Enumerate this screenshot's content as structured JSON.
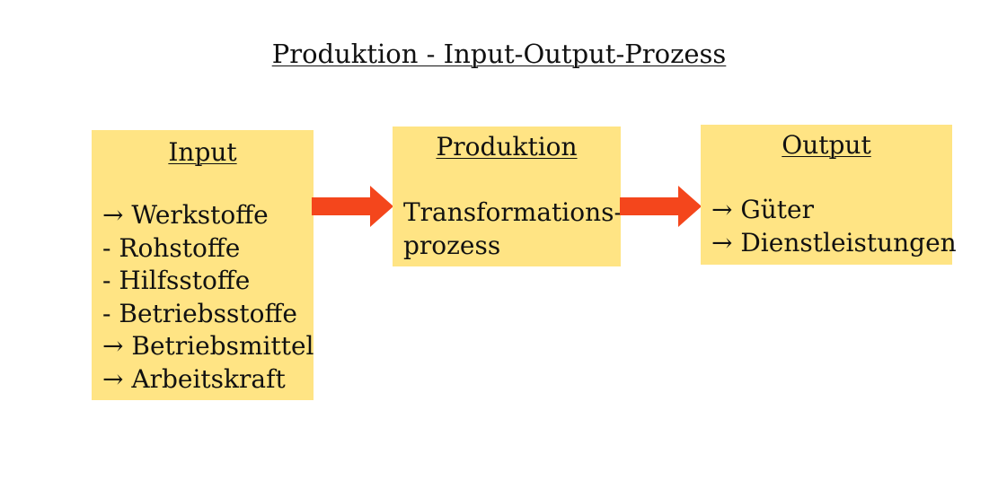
{
  "title": "Produktion - Input-Output-Prozess",
  "colors": {
    "box_fill": "#FFE484",
    "arrow_fill": "#F4461C",
    "text": "#111111"
  },
  "boxes": {
    "input": {
      "heading": "Input",
      "lines": [
        "→ Werkstoffe",
        "- Rohstoffe",
        "- Hilfsstoffe",
        "- Betriebsstoffe",
        "→ Betriebsmittel",
        "→ Arbeitskraft"
      ]
    },
    "production": {
      "heading": "Produktion",
      "lines": [
        "Transformations-",
        "prozess"
      ]
    },
    "output": {
      "heading": "Output",
      "lines": [
        "→ Güter",
        "→ Dienstleistungen"
      ]
    }
  },
  "arrows": [
    {
      "from": "input",
      "to": "production",
      "icon": "right-arrow-icon"
    },
    {
      "from": "production",
      "to": "output",
      "icon": "right-arrow-icon"
    }
  ]
}
